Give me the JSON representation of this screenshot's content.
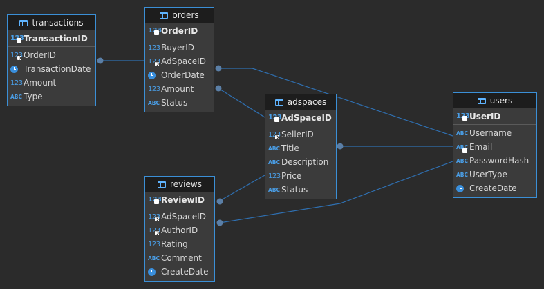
{
  "colors": {
    "background": "#2b2b2b",
    "entity_border": "#3b8fd6",
    "header": "#1d1d1d",
    "body": "#3b3b3b",
    "link": "#2f6fb0",
    "connector_dot": "#5b7fa6"
  },
  "entities": {
    "transactions": {
      "title": "transactions",
      "pk": {
        "name": "TransactionID",
        "type": "number"
      },
      "fields": [
        {
          "name": "OrderID",
          "type": "number",
          "fk": true
        },
        {
          "name": "TransactionDate",
          "type": "datetime"
        },
        {
          "name": "Amount",
          "type": "number"
        },
        {
          "name": "Type",
          "type": "text"
        }
      ]
    },
    "orders": {
      "title": "orders",
      "pk": {
        "name": "OrderID",
        "type": "number"
      },
      "fields": [
        {
          "name": "BuyerID",
          "type": "number"
        },
        {
          "name": "AdSpaceID",
          "type": "number",
          "fk": true
        },
        {
          "name": "OrderDate",
          "type": "datetime"
        },
        {
          "name": "Amount",
          "type": "number"
        },
        {
          "name": "Status",
          "type": "text"
        }
      ]
    },
    "adspaces": {
      "title": "adspaces",
      "pk": {
        "name": "AdSpaceID",
        "type": "number"
      },
      "fields": [
        {
          "name": "SellerID",
          "type": "number",
          "fk": true
        },
        {
          "name": "Title",
          "type": "text"
        },
        {
          "name": "Description",
          "type": "text"
        },
        {
          "name": "Price",
          "type": "number"
        },
        {
          "name": "Status",
          "type": "text"
        }
      ]
    },
    "users": {
      "title": "users",
      "pk": {
        "name": "UserID",
        "type": "number"
      },
      "fields": [
        {
          "name": "Username",
          "type": "text"
        },
        {
          "name": "Email",
          "type": "text",
          "key": true
        },
        {
          "name": "PasswordHash",
          "type": "text"
        },
        {
          "name": "UserType",
          "type": "text"
        },
        {
          "name": "CreateDate",
          "type": "datetime"
        }
      ]
    },
    "reviews": {
      "title": "reviews",
      "pk": {
        "name": "ReviewID",
        "type": "number"
      },
      "fields": [
        {
          "name": "AdSpaceID",
          "type": "number",
          "fk": true
        },
        {
          "name": "AuthorID",
          "type": "number",
          "fk": true
        },
        {
          "name": "Rating",
          "type": "number"
        },
        {
          "name": "Comment",
          "type": "text"
        },
        {
          "name": "CreateDate",
          "type": "datetime"
        }
      ]
    }
  },
  "type_glyphs": {
    "number": "123",
    "text": "ABC"
  },
  "relationships": [
    {
      "from": "transactions",
      "to": "orders"
    },
    {
      "from": "orders",
      "to": "users"
    },
    {
      "from": "orders",
      "to": "adspaces"
    },
    {
      "from": "adspaces",
      "to": "users"
    },
    {
      "from": "reviews",
      "to": "adspaces"
    },
    {
      "from": "reviews",
      "to": "users"
    }
  ]
}
